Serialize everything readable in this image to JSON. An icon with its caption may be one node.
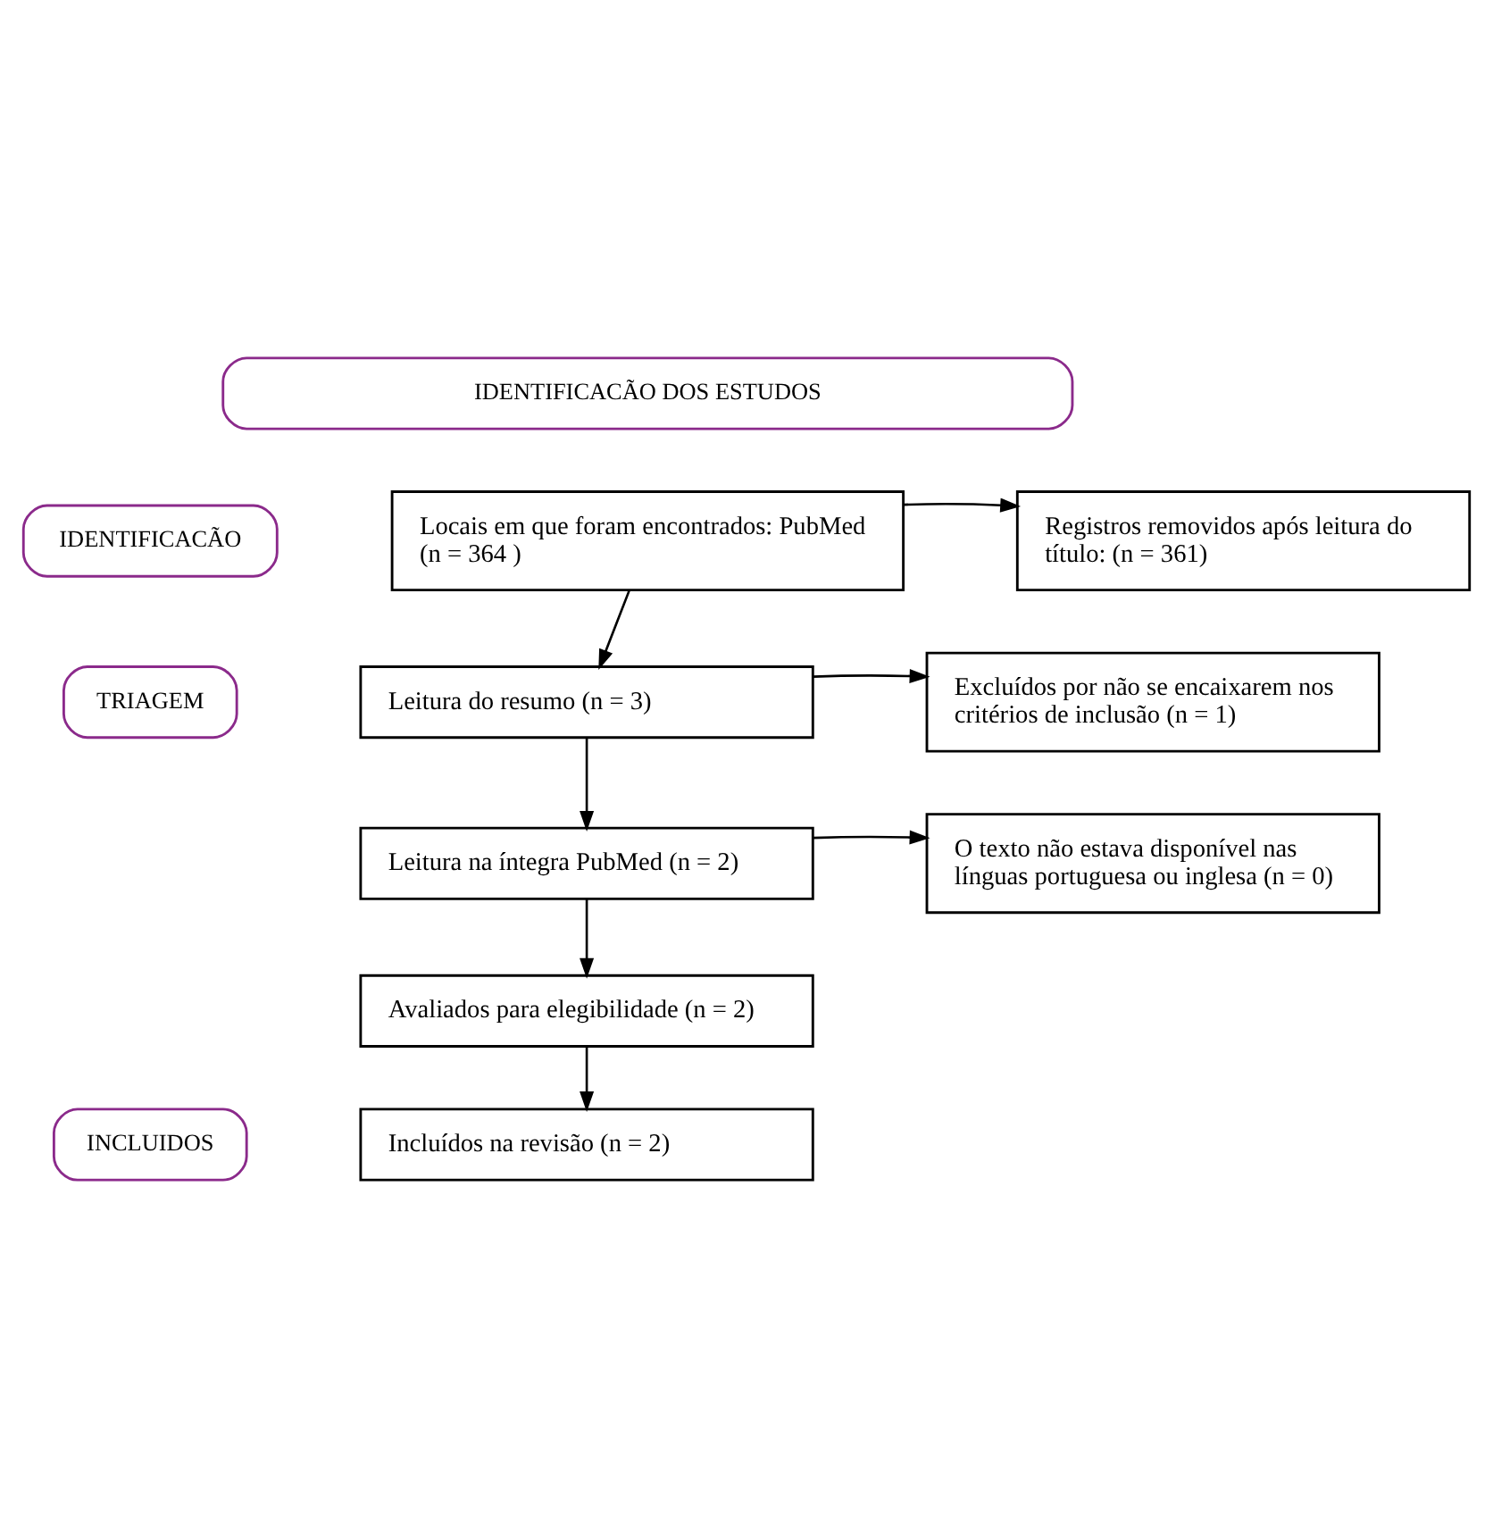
{
  "diagram": {
    "nodes": [
      {
        "text": [
          "IDENTIFICACÃO DOS ESTUDOS"
        ]
      },
      {
        "text": [
          "IDENTIFICACÃO"
        ]
      },
      {
        "text": [
          "TRIAGEM"
        ]
      },
      {
        "text": [
          "INCLUIDOS"
        ]
      },
      {
        "text": [
          "Locais em que foram encontrados: PubMed (n = 364 )"
        ]
      },
      {
        "text": [
          "Registros removidos após leitura do título: (n = 361)"
        ]
      },
      {
        "text": [
          "Leitura do resumo (n = 3)"
        ]
      },
      {
        "text": [
          "Excluídos por não se encaixarem nos critérios de inclusão (n = 1)"
        ]
      },
      {
        "text": [
          "Leitura na íntegra PubMed (n = 2)"
        ]
      },
      {
        "text": [
          "O texto não estava disponível nas línguas portuguesa ou inglesa (n = 0)"
        ]
      },
      {
        "text": [
          "Avaliados para elegibilidade (n = 2)"
        ]
      },
      {
        "text": [
          "Incluídos na revisão (n = 2)"
        ]
      }
    ],
    "edges": [
      {
        "from": 4,
        "to": 5,
        "arrow": "to"
      },
      {
        "from": 4,
        "to": 6,
        "arrow": "to"
      },
      {
        "from": 6,
        "to": 7,
        "arrow": "to"
      },
      {
        "from": 6,
        "to": 8,
        "arrow": "to"
      },
      {
        "from": 8,
        "to": 9,
        "arrow": "to"
      },
      {
        "from": 8,
        "to": 10,
        "arrow": "to"
      },
      {
        "from": 10,
        "to": 11,
        "arrow": "to"
      }
    ]
  }
}
